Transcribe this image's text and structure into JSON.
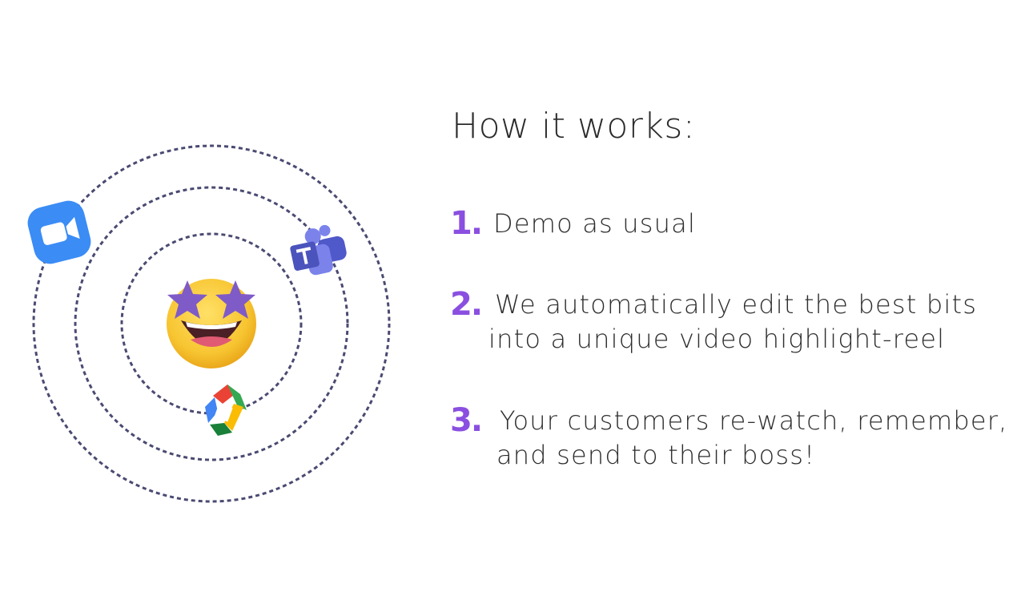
{
  "heading": "How it works:",
  "steps": [
    {
      "number": "1.",
      "text": "Demo as usual"
    },
    {
      "number": "2.",
      "text": "We automatically edit the best bits\ninto a unique video highlight-reel"
    },
    {
      "number": "3.",
      "text": "Your customers re-watch, remember,\nand send to their boss!"
    }
  ],
  "colors": {
    "accent": "#8a4fe0",
    "orbit": "#4a4a72",
    "zoom": "#3b8cf5",
    "teams": "#5059c9"
  },
  "icons": [
    "zoom-icon",
    "teams-icon",
    "google-meet-icon",
    "star-struck-emoji-icon"
  ]
}
